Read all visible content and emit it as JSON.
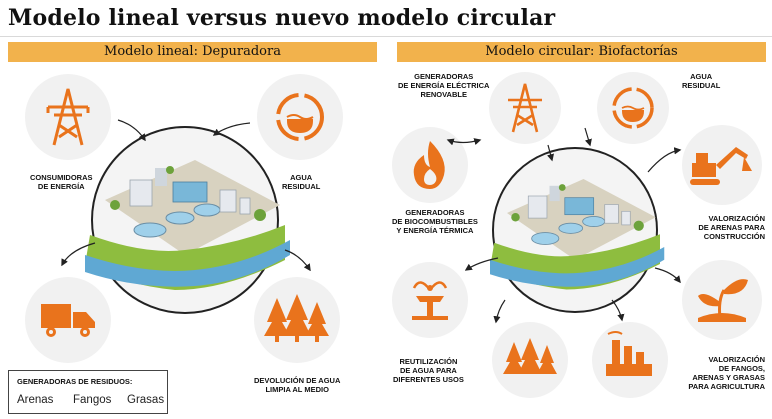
{
  "title": "Modelo lineal versus nuevo modelo circular",
  "panels": {
    "linear": {
      "banner": "Modelo lineal: Depuradora",
      "labels": {
        "consumers": [
          "CONSUMIDORAS",
          "DE ENERGÍA"
        ],
        "water": [
          "AGUA",
          "RESIDUAL"
        ],
        "return": [
          "DEVOLUCIÓN DE AGUA",
          "LIMPIA AL MEDIO"
        ]
      },
      "waste": {
        "title": "GENERADORAS DE RESIDUOS:",
        "items": [
          "Arenas",
          "Fangos",
          "Grasas"
        ]
      }
    },
    "circular": {
      "banner": "Modelo circular: Biofactorías",
      "labels": {
        "electric": [
          "GENERADORAS",
          "DE ENERGÍA ELÉCTRICA",
          "RENOVABLE"
        ],
        "water": [
          "AGUA",
          "RESIDUAL"
        ],
        "biofuel": [
          "GENERADORAS",
          "DE BIOCOMBUSTIBLES",
          "Y ENERGÍA TÉRMICA"
        ],
        "sands": [
          "VALORIZACIÓN",
          "DE ARENAS PARA",
          "CONSTRUCCIÓN"
        ],
        "reuse": [
          "REUTILIZACIÓN",
          "DE AGUA PARA",
          "DIFERENTES USOS"
        ],
        "agriculture": [
          "VALORIZACIÓN",
          "DE FANGOS,",
          "ARENAS Y GRASAS",
          "PARA AGRICULTURA"
        ]
      }
    }
  },
  "icons": [
    "electricity-tower-icon",
    "recycle-water-icon",
    "delivery-truck-icon",
    "pine-trees-icon",
    "flame-icon",
    "excavator-icon",
    "fountain-icon",
    "factory-icon",
    "plant-sprout-icon"
  ],
  "colors": {
    "accent": "#e9731c",
    "banner": "#f2b24c",
    "circle_bg": "#f1f1f1",
    "water": "#5fa8d3",
    "grass": "#8ebd3f"
  }
}
